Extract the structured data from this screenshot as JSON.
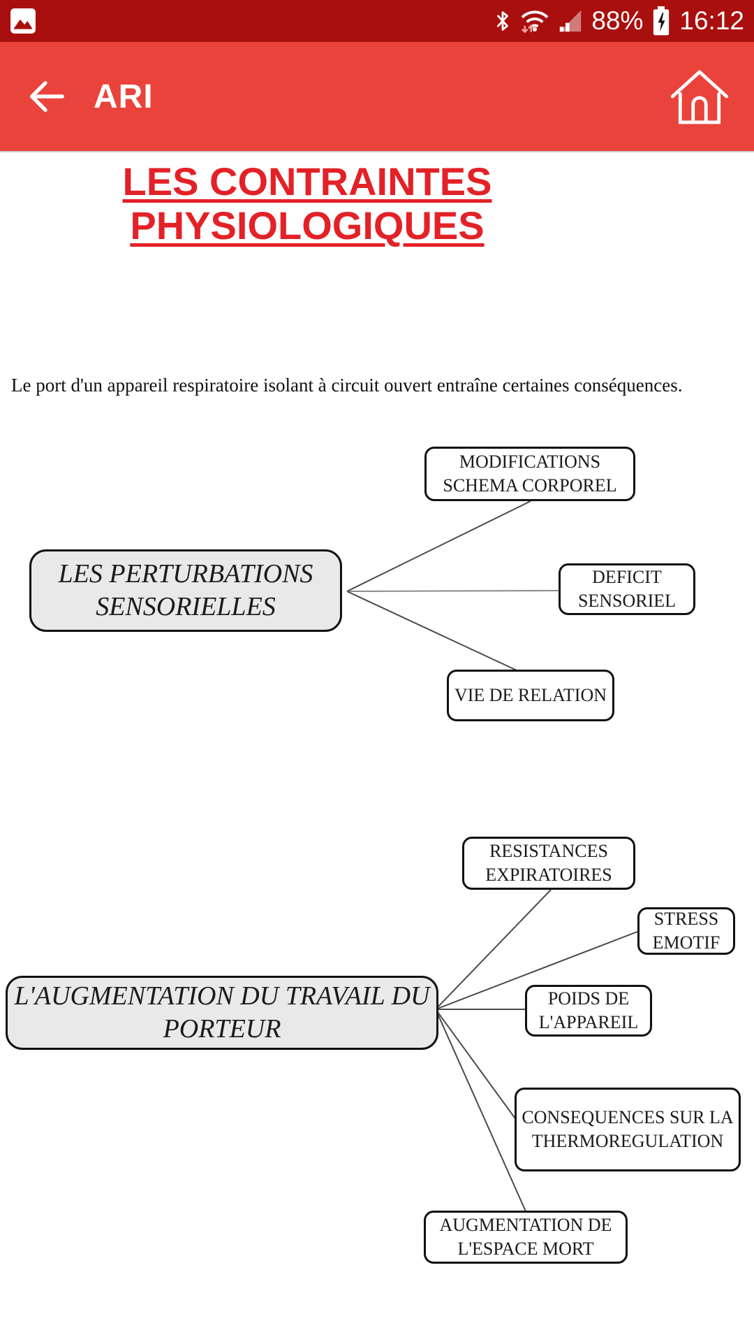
{
  "status_bar": {
    "battery_percent": "88%",
    "time": "16:12",
    "icons": [
      "gallery-icon",
      "bluetooth-icon",
      "wifi-icon",
      "signal-icon",
      "battery-icon"
    ]
  },
  "app_bar": {
    "title": "ARI",
    "icons": [
      "back-arrow-icon",
      "home-icon"
    ]
  },
  "page": {
    "title_line1": "LES CONTRAINTES",
    "title_line2": "PHYSIOLOGIQUES",
    "intro": "Le port d'un appareil respiratoire isolant à circuit ouvert entraîne certaines conséquences."
  },
  "diagram": {
    "clusters": [
      {
        "parent": "LES PERTURBATIONS SENSORIELLES",
        "children": [
          "MODIFICATIONS SCHEMA CORPOREL",
          "DEFICIT SENSORIEL",
          "VIE DE RELATION"
        ]
      },
      {
        "parent": "L'AUGMENTATION DU TRAVAIL DU PORTEUR",
        "children": [
          "RESISTANCES EXPIRATOIRES",
          "STRESS EMOTIF",
          "POIDS DE L'APPAREIL",
          "CONSEQUENCES SUR LA THERMOREGULATION",
          "AUGMENTATION DE L'ESPACE MORT"
        ]
      }
    ]
  },
  "colors": {
    "status_bar_red": "#a90f0e",
    "app_bar_red": "#e9433b",
    "title_red": "#e32127",
    "parent_box_fill": "#e9e9e9",
    "box_border": "#111111",
    "connector_line": "#4a4a4a"
  }
}
